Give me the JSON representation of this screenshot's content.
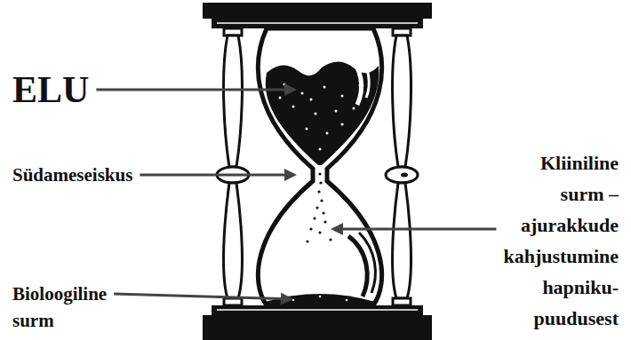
{
  "diagram": {
    "labels": [
      "ELU",
      "Südameseiskus",
      "Kliiniline surm – ajurakkude kahjustumine hapniku- puudusest",
      "Bioloogiline surm"
    ]
  }
}
